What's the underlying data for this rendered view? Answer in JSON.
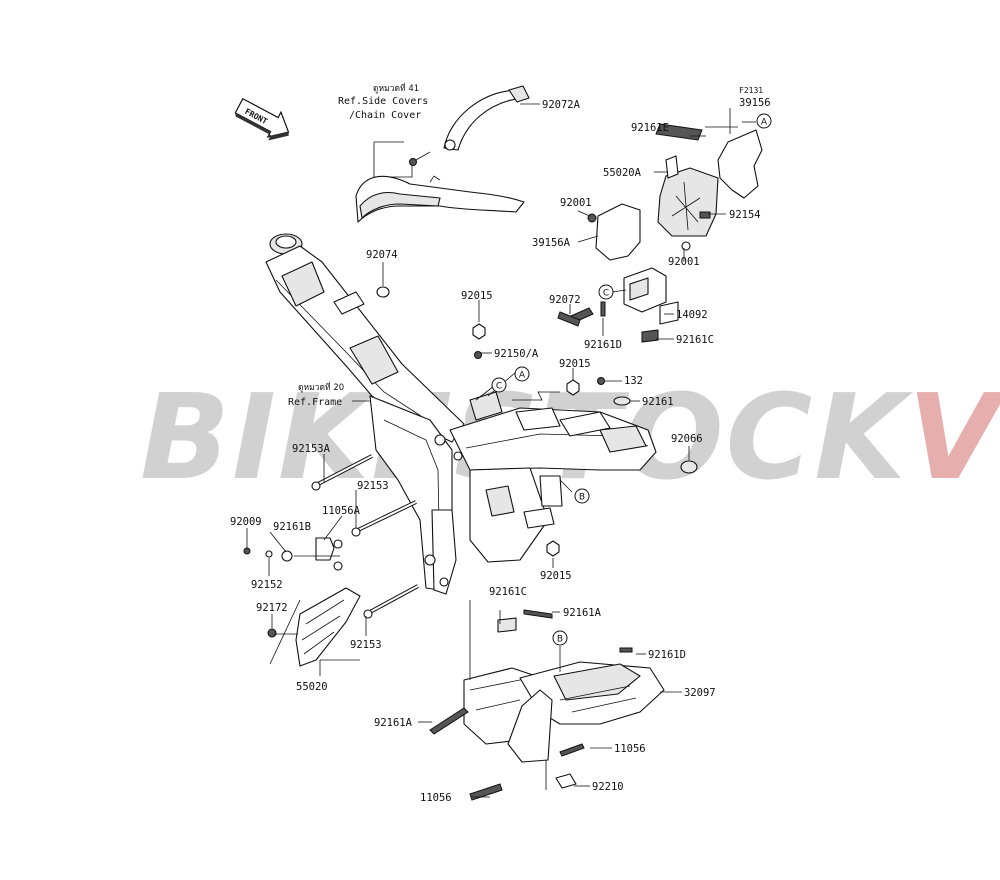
{
  "figure_code": "F2131",
  "watermark": {
    "part1": "BIKE",
    "part2": "STOCK",
    "part3": "VN",
    "color_main": "#c9c9c9",
    "color_accent": "#e3a0a0"
  },
  "front_label": "FRONT",
  "references": [
    {
      "thai": "ดูหมวดที่ 41",
      "lines": [
        "Ref.Side Covers",
        "/Chain Cover"
      ]
    },
    {
      "thai": "ดูหมวดที่ 20",
      "lines": [
        "Ref.Frame"
      ]
    }
  ],
  "callout_letters": [
    "A",
    "A",
    "B",
    "B",
    "C",
    "C"
  ],
  "part_labels": [
    "92072A",
    "39156",
    "92161E",
    "55020A",
    "92001",
    "92154",
    "39156A",
    "92001",
    "92074",
    "92015",
    "92072",
    "92150/A",
    "92015",
    "14092",
    "92161D",
    "92161C",
    "132",
    "92161",
    "92066",
    "92153A",
    "92153",
    "11056A",
    "92009",
    "92161B",
    "92152",
    "92172",
    "92153",
    "55020",
    "92015",
    "92161C",
    "92161A",
    "92161D",
    "32097",
    "92161A",
    "11056",
    "11056",
    "92210"
  ]
}
